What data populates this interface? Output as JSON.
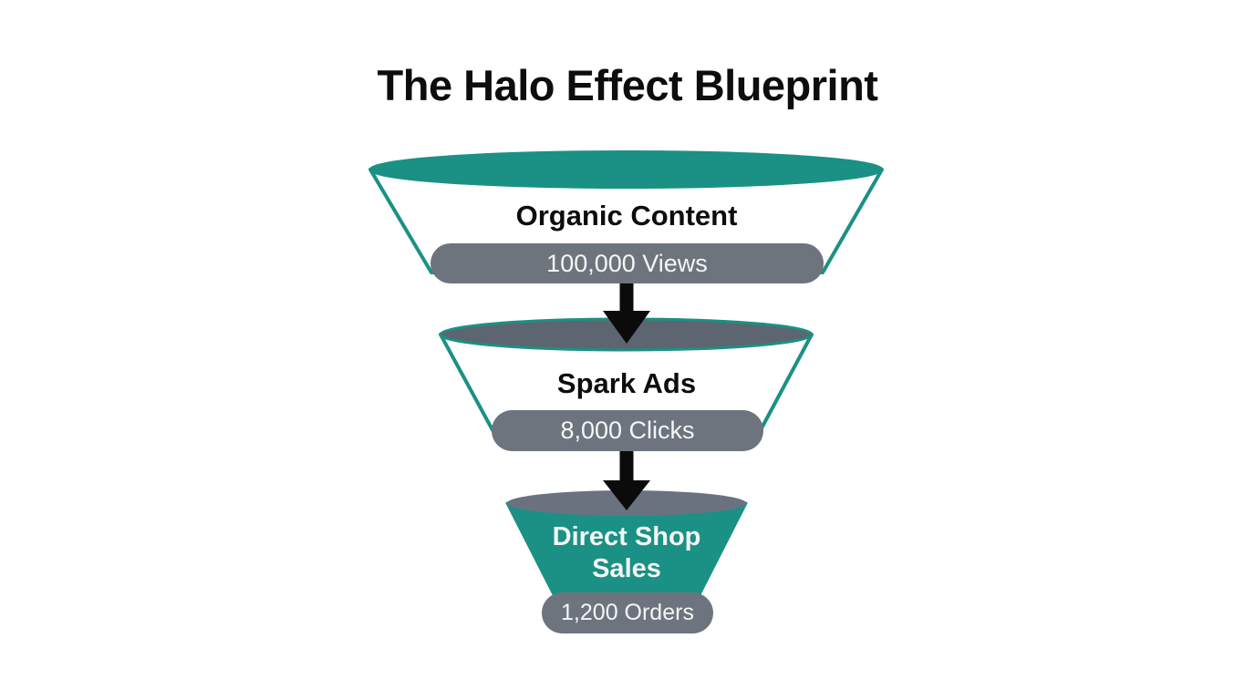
{
  "title": "The Halo Effect Blueprint",
  "colors": {
    "teal": "#1a9184",
    "slate": "#5d6571",
    "slate-light": "#6a7280",
    "pill": "#6e747e",
    "arrow": "#0b0b0b",
    "ink": "#0d0d0d",
    "paper": "#ffffff",
    "light-text": "#f4f6f6"
  },
  "funnel": {
    "stages": [
      {
        "label": "Organic Content",
        "metric": "100,000 Views"
      },
      {
        "label": "Spark Ads",
        "metric": "8,000 Clicks"
      },
      {
        "label": "Direct Shop Sales",
        "metric": "1,200 Orders"
      }
    ]
  },
  "chart_data": {
    "type": "funnel",
    "title": "The Halo Effect Blueprint",
    "stages": [
      "Organic Content",
      "Spark Ads",
      "Direct Shop Sales"
    ],
    "values": [
      100000,
      8000,
      1200
    ],
    "value_labels": [
      "100,000 Views",
      "8,000 Clicks",
      "1,200 Orders"
    ],
    "notes": "3-stage marketing funnel; arrows flow top to bottom"
  }
}
